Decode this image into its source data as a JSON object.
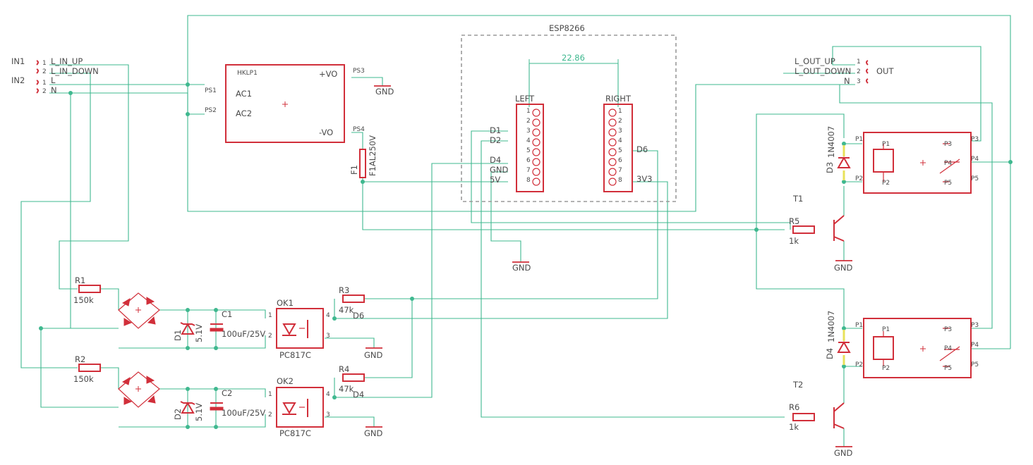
{
  "colors": {
    "wire": "#3fb88f",
    "part": "#d12f3a",
    "outline": "#9a9a9a",
    "text": "#4a4a4a"
  },
  "connectors": {
    "in1": {
      "ref": "IN1",
      "pins": [
        "1",
        "2"
      ],
      "nets": [
        "L_IN_UP",
        "L_IN_DOWN"
      ]
    },
    "in2": {
      "ref": "IN2",
      "pins": [
        "1",
        "2"
      ],
      "nets": [
        "L",
        "N"
      ]
    },
    "out": {
      "ref": "OUT",
      "pins": [
        "1",
        "2",
        "3"
      ],
      "nets": [
        "L_OUT_UP",
        "L_OUT_DOWN",
        "N"
      ]
    }
  },
  "psu": {
    "ref": "HKLP1",
    "ac1": "AC1",
    "ac2": "AC2",
    "vo_pos": "+VO",
    "vo_neg": "-VO",
    "pins": [
      "PS1",
      "PS2",
      "PS3",
      "PS4"
    ]
  },
  "fuse": {
    "ref": "F1",
    "value": "F1AL250V"
  },
  "esp": {
    "title": "ESP8266",
    "dimension": "22.86",
    "left": {
      "label": "LEFT",
      "pins": [
        "1",
        "2",
        "3",
        "4",
        "5",
        "6",
        "7",
        "8"
      ],
      "signals": [
        "D1",
        "D2",
        "D4",
        "GND",
        "5V"
      ]
    },
    "right": {
      "label": "RIGHT",
      "pins": [
        "1",
        "2",
        "3",
        "4",
        "5",
        "6",
        "7",
        "8"
      ],
      "signals": [
        "D6",
        "3V3"
      ]
    }
  },
  "gnd_label": "GND",
  "resistors": [
    {
      "ref": "R1",
      "value": "150k"
    },
    {
      "ref": "R2",
      "value": "150k"
    },
    {
      "ref": "R3",
      "value": "47k"
    },
    {
      "ref": "R4",
      "value": "47k"
    },
    {
      "ref": "R5",
      "value": "1k"
    },
    {
      "ref": "R6",
      "value": "1k"
    }
  ],
  "zeners": [
    {
      "ref": "D1",
      "value": "5.1V"
    },
    {
      "ref": "D2",
      "value": "5.1V"
    }
  ],
  "caps": [
    {
      "ref": "C1",
      "value": "100uF/25V"
    },
    {
      "ref": "C2",
      "value": "100uF/25V"
    }
  ],
  "optos": [
    {
      "ref": "OK1",
      "value": "PC817C",
      "net": "D6",
      "pins": [
        "1",
        "2",
        "3",
        "4"
      ]
    },
    {
      "ref": "OK2",
      "value": "PC817C",
      "net": "D4",
      "pins": [
        "1",
        "2",
        "3",
        "4"
      ]
    }
  ],
  "transistors": [
    {
      "ref": "T1"
    },
    {
      "ref": "T2"
    }
  ],
  "diodes": [
    {
      "ref": "D3",
      "value": "1N4007"
    },
    {
      "ref": "D4",
      "value": "1N4007"
    }
  ],
  "relays": [
    {
      "pins": [
        "P1",
        "P2",
        "P3",
        "P4",
        "P5"
      ]
    },
    {
      "pins": [
        "P1",
        "P2",
        "P3",
        "P4",
        "P5"
      ]
    }
  ]
}
